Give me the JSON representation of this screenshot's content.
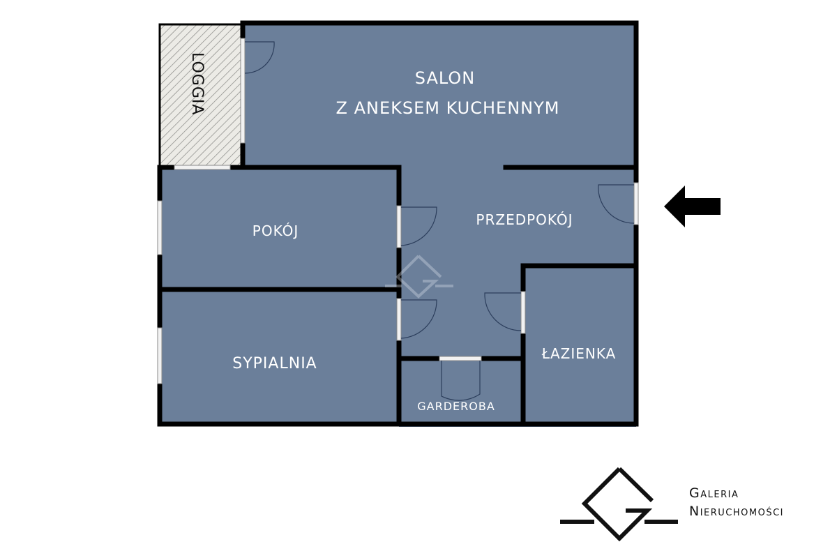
{
  "rooms": {
    "loggia": "LOGGIA",
    "salon_line1": "SALON",
    "salon_line2": "Z ANEKSEM KUCHENNYM",
    "przedpokoj": "PRZEDPOKÓJ",
    "pokoj": "POKÓJ",
    "sypialnia": "SYPIALNIA",
    "garderoba": "GARDEROBA",
    "lazienka": "ŁAZIENKA"
  },
  "colors": {
    "room_fill": "#6b7f9a",
    "wall": "#000000",
    "loggia_fill": "#ecebe6",
    "door_line": "#2c3e5c"
  },
  "entrance_icon": "arrow-left-icon",
  "brand": {
    "line1": "Galeria",
    "line2": "Nieruchomości"
  }
}
